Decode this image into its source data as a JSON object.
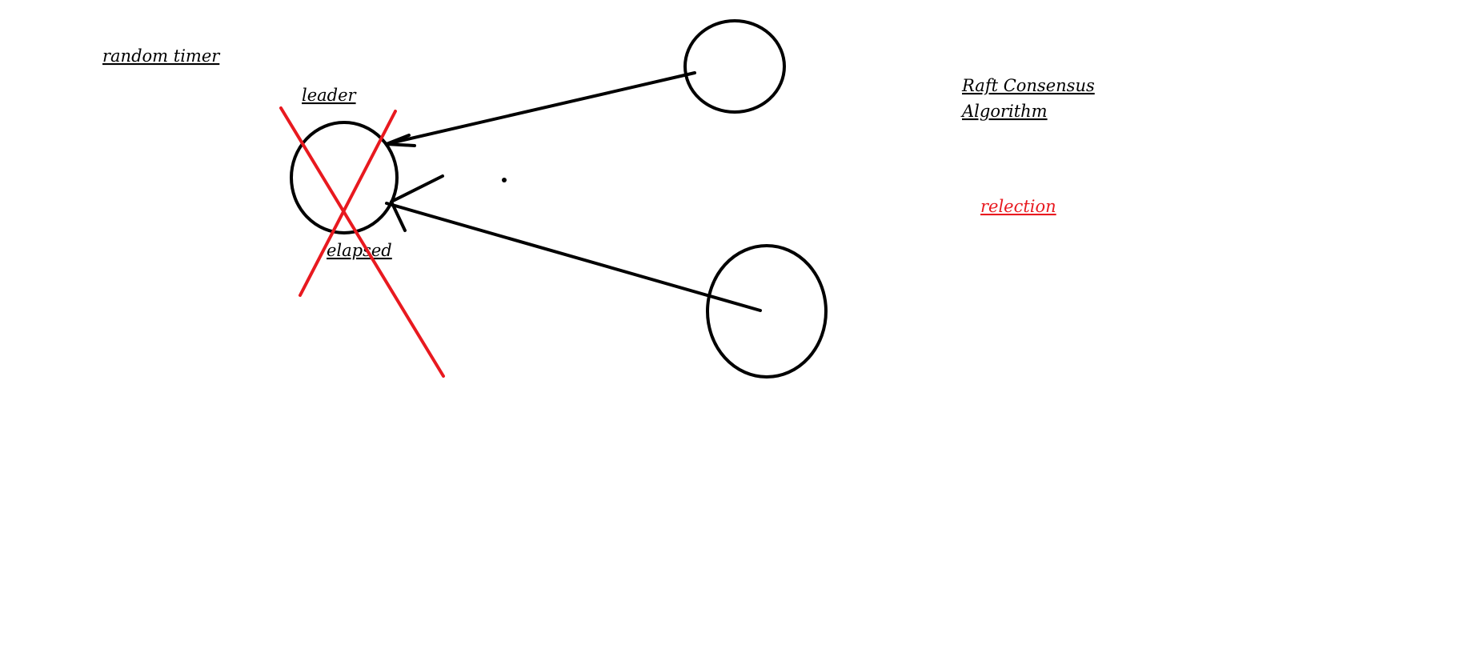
{
  "labels": {
    "random_timer": "random timer",
    "leader": "leader",
    "elapsed": "elapsed",
    "title_line1": "Raft Consensus",
    "title_line2": "Algorithm",
    "relection": "relection"
  },
  "colors": {
    "background": "#ffffff",
    "ink": "#000000",
    "red_ink": "#e8191f"
  }
}
